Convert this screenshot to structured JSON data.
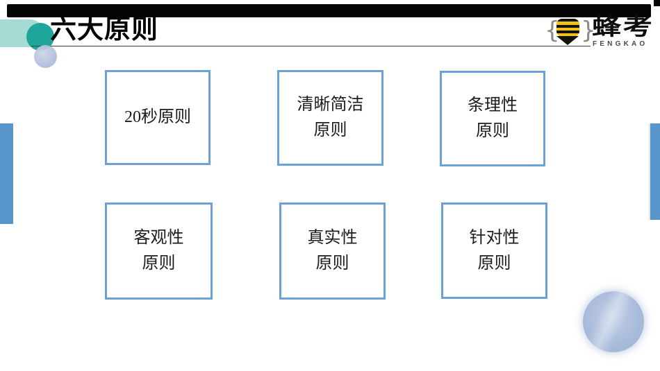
{
  "header": {
    "title": "六大原则"
  },
  "logo": {
    "brand": "蜂考",
    "subtext": "FENGKAO",
    "left_wing": "{",
    "right_wing": "}"
  },
  "boxes": [
    {
      "lines": [
        "20秒原则"
      ]
    },
    {
      "lines": [
        "清晰简洁",
        "原则"
      ]
    },
    {
      "lines": [
        "条理性",
        "原则"
      ]
    },
    {
      "lines": [
        "客观性",
        "原则"
      ]
    },
    {
      "lines": [
        "真实性",
        "原则"
      ]
    },
    {
      "lines": [
        "针对性",
        "原则"
      ]
    }
  ],
  "colors": {
    "accent_blue_bar": "#5795cb",
    "box_border_blue": "#6ba1d6",
    "teal_light": "#a5dbd2",
    "teal_dark": "#1fa69a",
    "bee_yellow": "#f2c21c",
    "top_bar_black": "#050505",
    "watercolor_blue": "#a9bcdb"
  }
}
